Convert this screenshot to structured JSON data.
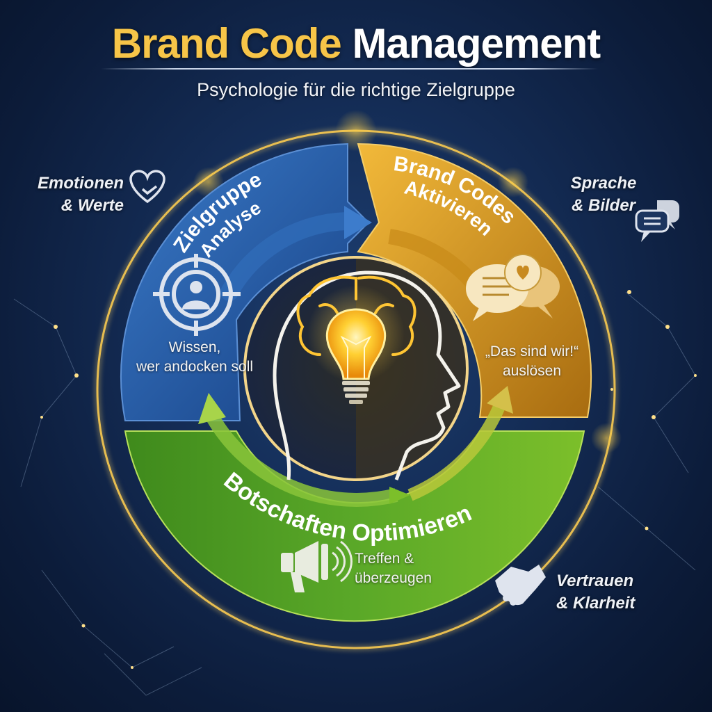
{
  "header": {
    "title_part1": "Brand Code",
    "title_part2": "Management",
    "subtitle": "Psychologie für die richtige Zielgruppe"
  },
  "center": {
    "icon": "head-profile-with-brain-and-lightbulb-icon"
  },
  "segments": [
    {
      "id": "zielgruppe",
      "title_line1": "Zielgruppe",
      "title_line2": "Analyse",
      "icon": "target-person-icon",
      "sub_line1": "Wissen,",
      "sub_line2": "wer andocken soll",
      "color": "#1f5aa8"
    },
    {
      "id": "brand-codes",
      "title_line1": "Brand Codes",
      "title_line2": "Aktivieren",
      "icon": "chat-bubbles-heart-icon",
      "sub_line1": "„Das sind wir!“",
      "sub_line2": "auslösen",
      "color": "#d99a1a"
    },
    {
      "id": "botschaften",
      "title_line1": "Botschaften Optimieren",
      "icon": "megaphone-icon",
      "sub_line1": "Treffen &",
      "sub_line2": "überzeugen",
      "color": "#4f9a1f"
    }
  ],
  "corners": [
    {
      "id": "emotionen",
      "line1": "Emotionen",
      "line2": "& Werte",
      "icon": "heart-check-icon"
    },
    {
      "id": "sprache",
      "line1": "Sprache",
      "line2": "& Bilder",
      "icon": "speech-bubbles-icon"
    },
    {
      "id": "vertrauen",
      "line1": "Vertrauen",
      "line2": "& Klarheit",
      "icon": "handshake-icon"
    }
  ],
  "colors": {
    "background": "#142c55",
    "gold": "#f7c548",
    "blue": "#1f5aa8",
    "amber": "#d99a1a",
    "green": "#4f9a1f"
  }
}
